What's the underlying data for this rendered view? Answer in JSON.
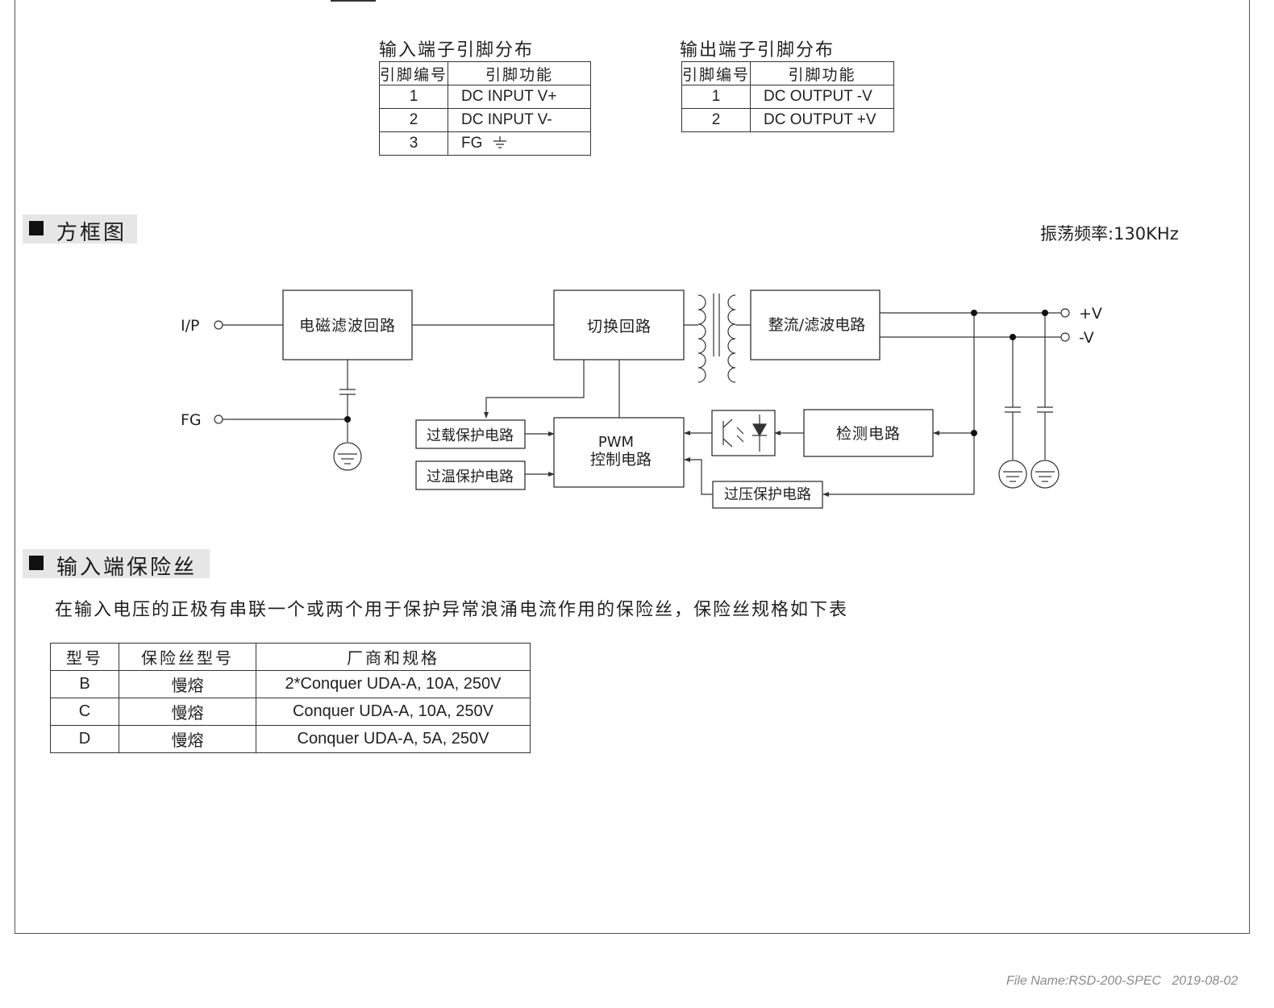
{
  "input_pins": {
    "title": "输入端子引脚分布",
    "headers": [
      "引脚编号",
      "引脚功能"
    ],
    "rows": [
      {
        "no": "1",
        "func": "DC INPUT V+"
      },
      {
        "no": "2",
        "func": "DC INPUT V-"
      },
      {
        "no": "3",
        "func": "FG"
      }
    ]
  },
  "output_pins": {
    "title": "输出端子引脚分布",
    "headers": [
      "引脚编号",
      "引脚功能"
    ],
    "rows": [
      {
        "no": "1",
        "func": "DC OUTPUT -V"
      },
      {
        "no": "2",
        "func": "DC OUTPUT +V"
      }
    ]
  },
  "block_section": {
    "title": "方框图",
    "frequency": "振荡频率:130KHz"
  },
  "diagram": {
    "labels": {
      "ip": "I/P",
      "fg": "FG",
      "plus_v": "+V",
      "minus_v": "-V",
      "emi": "电磁滤波回路",
      "switch": "切换回路",
      "rect": "整流/滤波电路",
      "overload": "过载保护电路",
      "overtemp": "过温保护电路",
      "pwm_1": "PWM",
      "pwm_2": "控制电路",
      "detect": "检测电路",
      "overvolt": "过压保护电路"
    },
    "icons": [
      "transformer-icon",
      "optocoupler-icon",
      "capacitor-icon",
      "ground-icon"
    ]
  },
  "fuse_section": {
    "title": "输入端保险丝",
    "description": "在输入电压的正极有串联一个或两个用于保护异常浪涌电流作用的保险丝，保险丝规格如下表",
    "headers": [
      "型号",
      "保险丝型号",
      "厂商和规格"
    ],
    "rows": [
      {
        "model": "B",
        "type": "慢熔",
        "spec": "2*Conquer UDA-A, 10A, 250V"
      },
      {
        "model": "C",
        "type": "慢熔",
        "spec": "Conquer UDA-A, 10A, 250V"
      },
      {
        "model": "D",
        "type": "慢熔",
        "spec": "Conquer UDA-A, 5A, 250V"
      }
    ]
  },
  "footer": {
    "file_name": "File Name:RSD-200-SPEC",
    "date": "2019-08-02"
  }
}
